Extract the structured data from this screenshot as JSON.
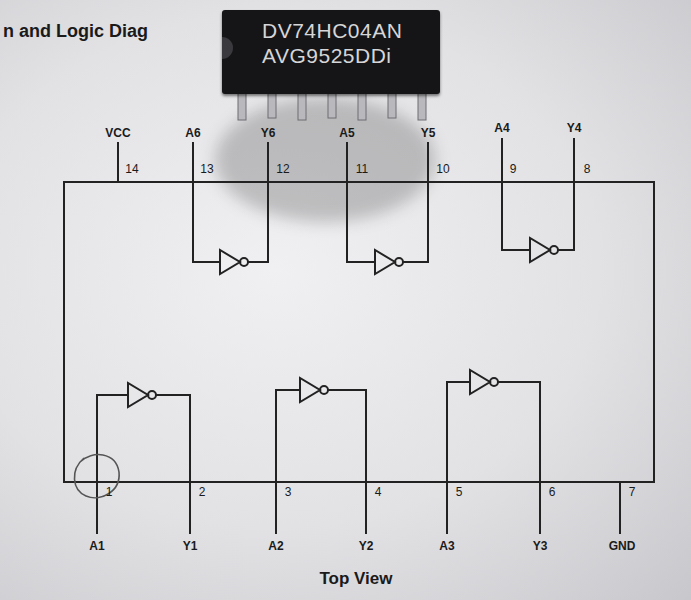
{
  "diagram": {
    "title": "n and Logic Diag",
    "caption": "Top View",
    "nodes": [
      {
        "text": [
          "DV74HC04AN",
          "AVG9525DDi"
        ]
      }
    ],
    "labels": [
      "VCC",
      "14",
      "A6",
      "13",
      "Y6",
      "12",
      "A5",
      "11",
      "Y5",
      "10",
      "A4",
      "9",
      "Y4",
      "8",
      "1",
      "A1",
      "2",
      "Y1",
      "3",
      "A2",
      "4",
      "Y2",
      "5",
      "A3",
      "6",
      "Y3",
      "7",
      "GND"
    ]
  }
}
